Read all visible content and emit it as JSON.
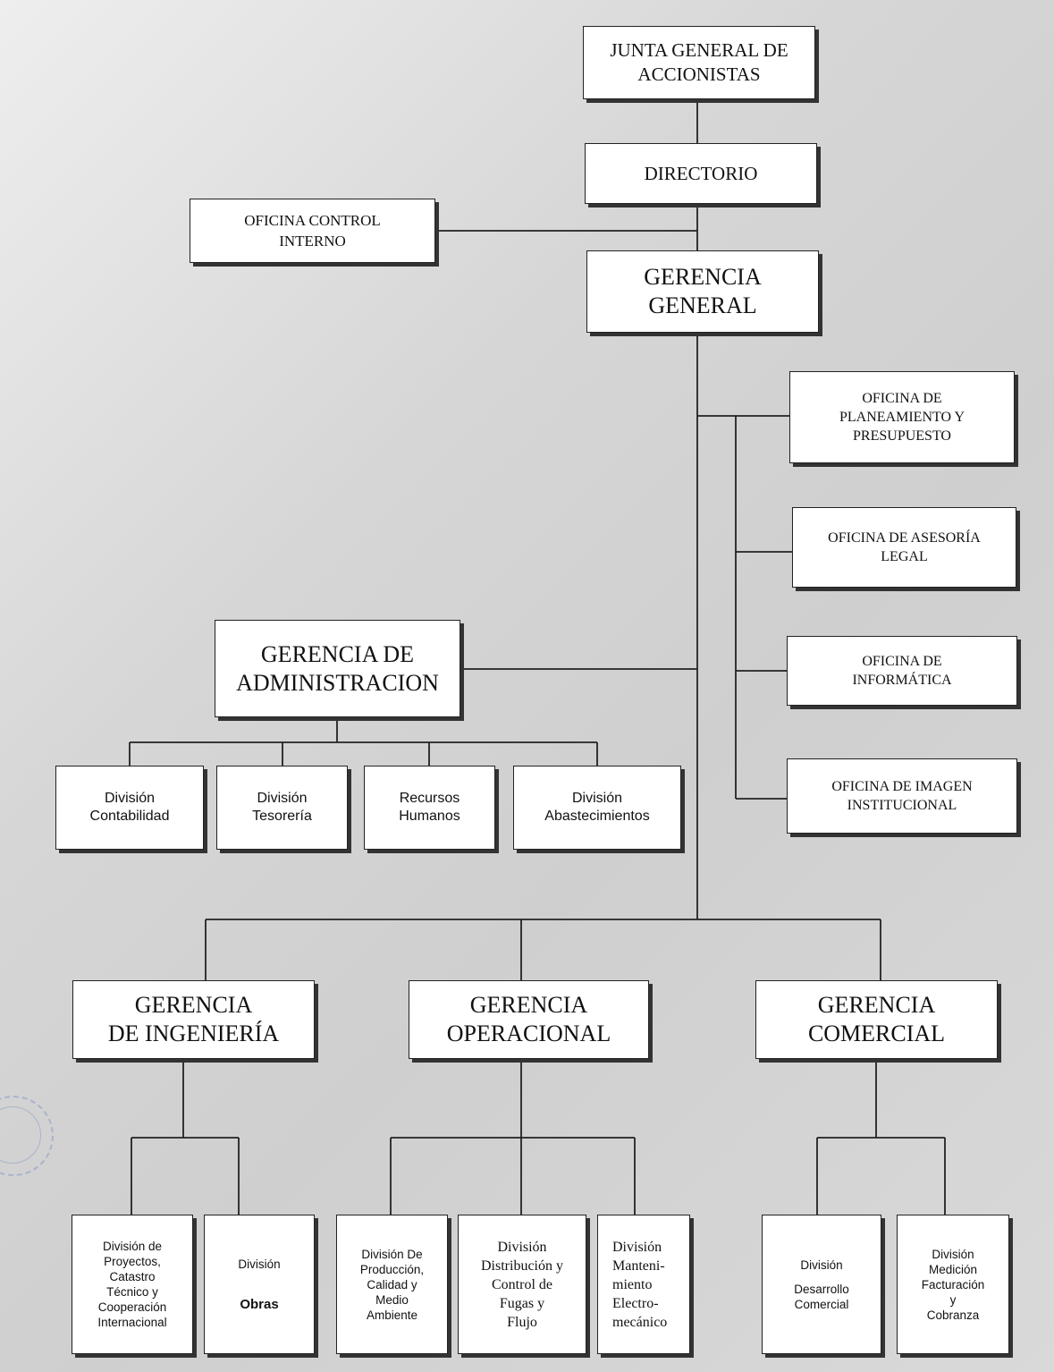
{
  "org_chart": {
    "junta": "JUNTA GENERAL DE\nACCIONISTAS",
    "directorio": "DIRECTORIO",
    "control_interno": "OFICINA CONTROL\nINTERNO",
    "gerencia_general": "GERENCIA\nGENERAL",
    "staff": {
      "planeamiento": "OFICINA DE\nPLANEAMIENTO Y\nPRESUPUESTO",
      "asesoria": "OFICINA DE ASESORÍA\nLEGAL",
      "informatica": "OFICINA DE\nINFORMÁTICA",
      "imagen": "OFICINA DE IMAGEN\nINSTITUCIONAL"
    },
    "administracion": {
      "title": "GERENCIA DE\nADMINISTRACION",
      "divisions": [
        "División\nContabilidad",
        "División\nTesorería",
        "Recursos\nHumanos",
        "División\nAbastecimientos"
      ]
    },
    "ingenieria": {
      "title": "GERENCIA\nDE INGENIERÍA",
      "div_proyectos": "División de\nProyectos,\nCatastro\nTécnico y\nCooperación\nInternacional",
      "div_obras_top": "División",
      "div_obras_bottom": "Obras"
    },
    "operacional": {
      "title": "GERENCIA\nOPERACIONAL",
      "div_produccion": "División De\nProducción,\nCalidad y\nMedio\nAmbiente",
      "div_distribucion": "División\nDistribución y\nControl de\nFugas y\nFlujo",
      "div_mantenimiento": "División\nManteni-\nmiento\nElectro-\nmecánico"
    },
    "comercial": {
      "title": "GERENCIA\nCOMERCIAL",
      "div_desarrollo_top": "División",
      "div_desarrollo_bottom": "Desarrollo\nComercial",
      "div_medicion": "División\nMedición\nFacturación\ny\nCobranza"
    }
  }
}
